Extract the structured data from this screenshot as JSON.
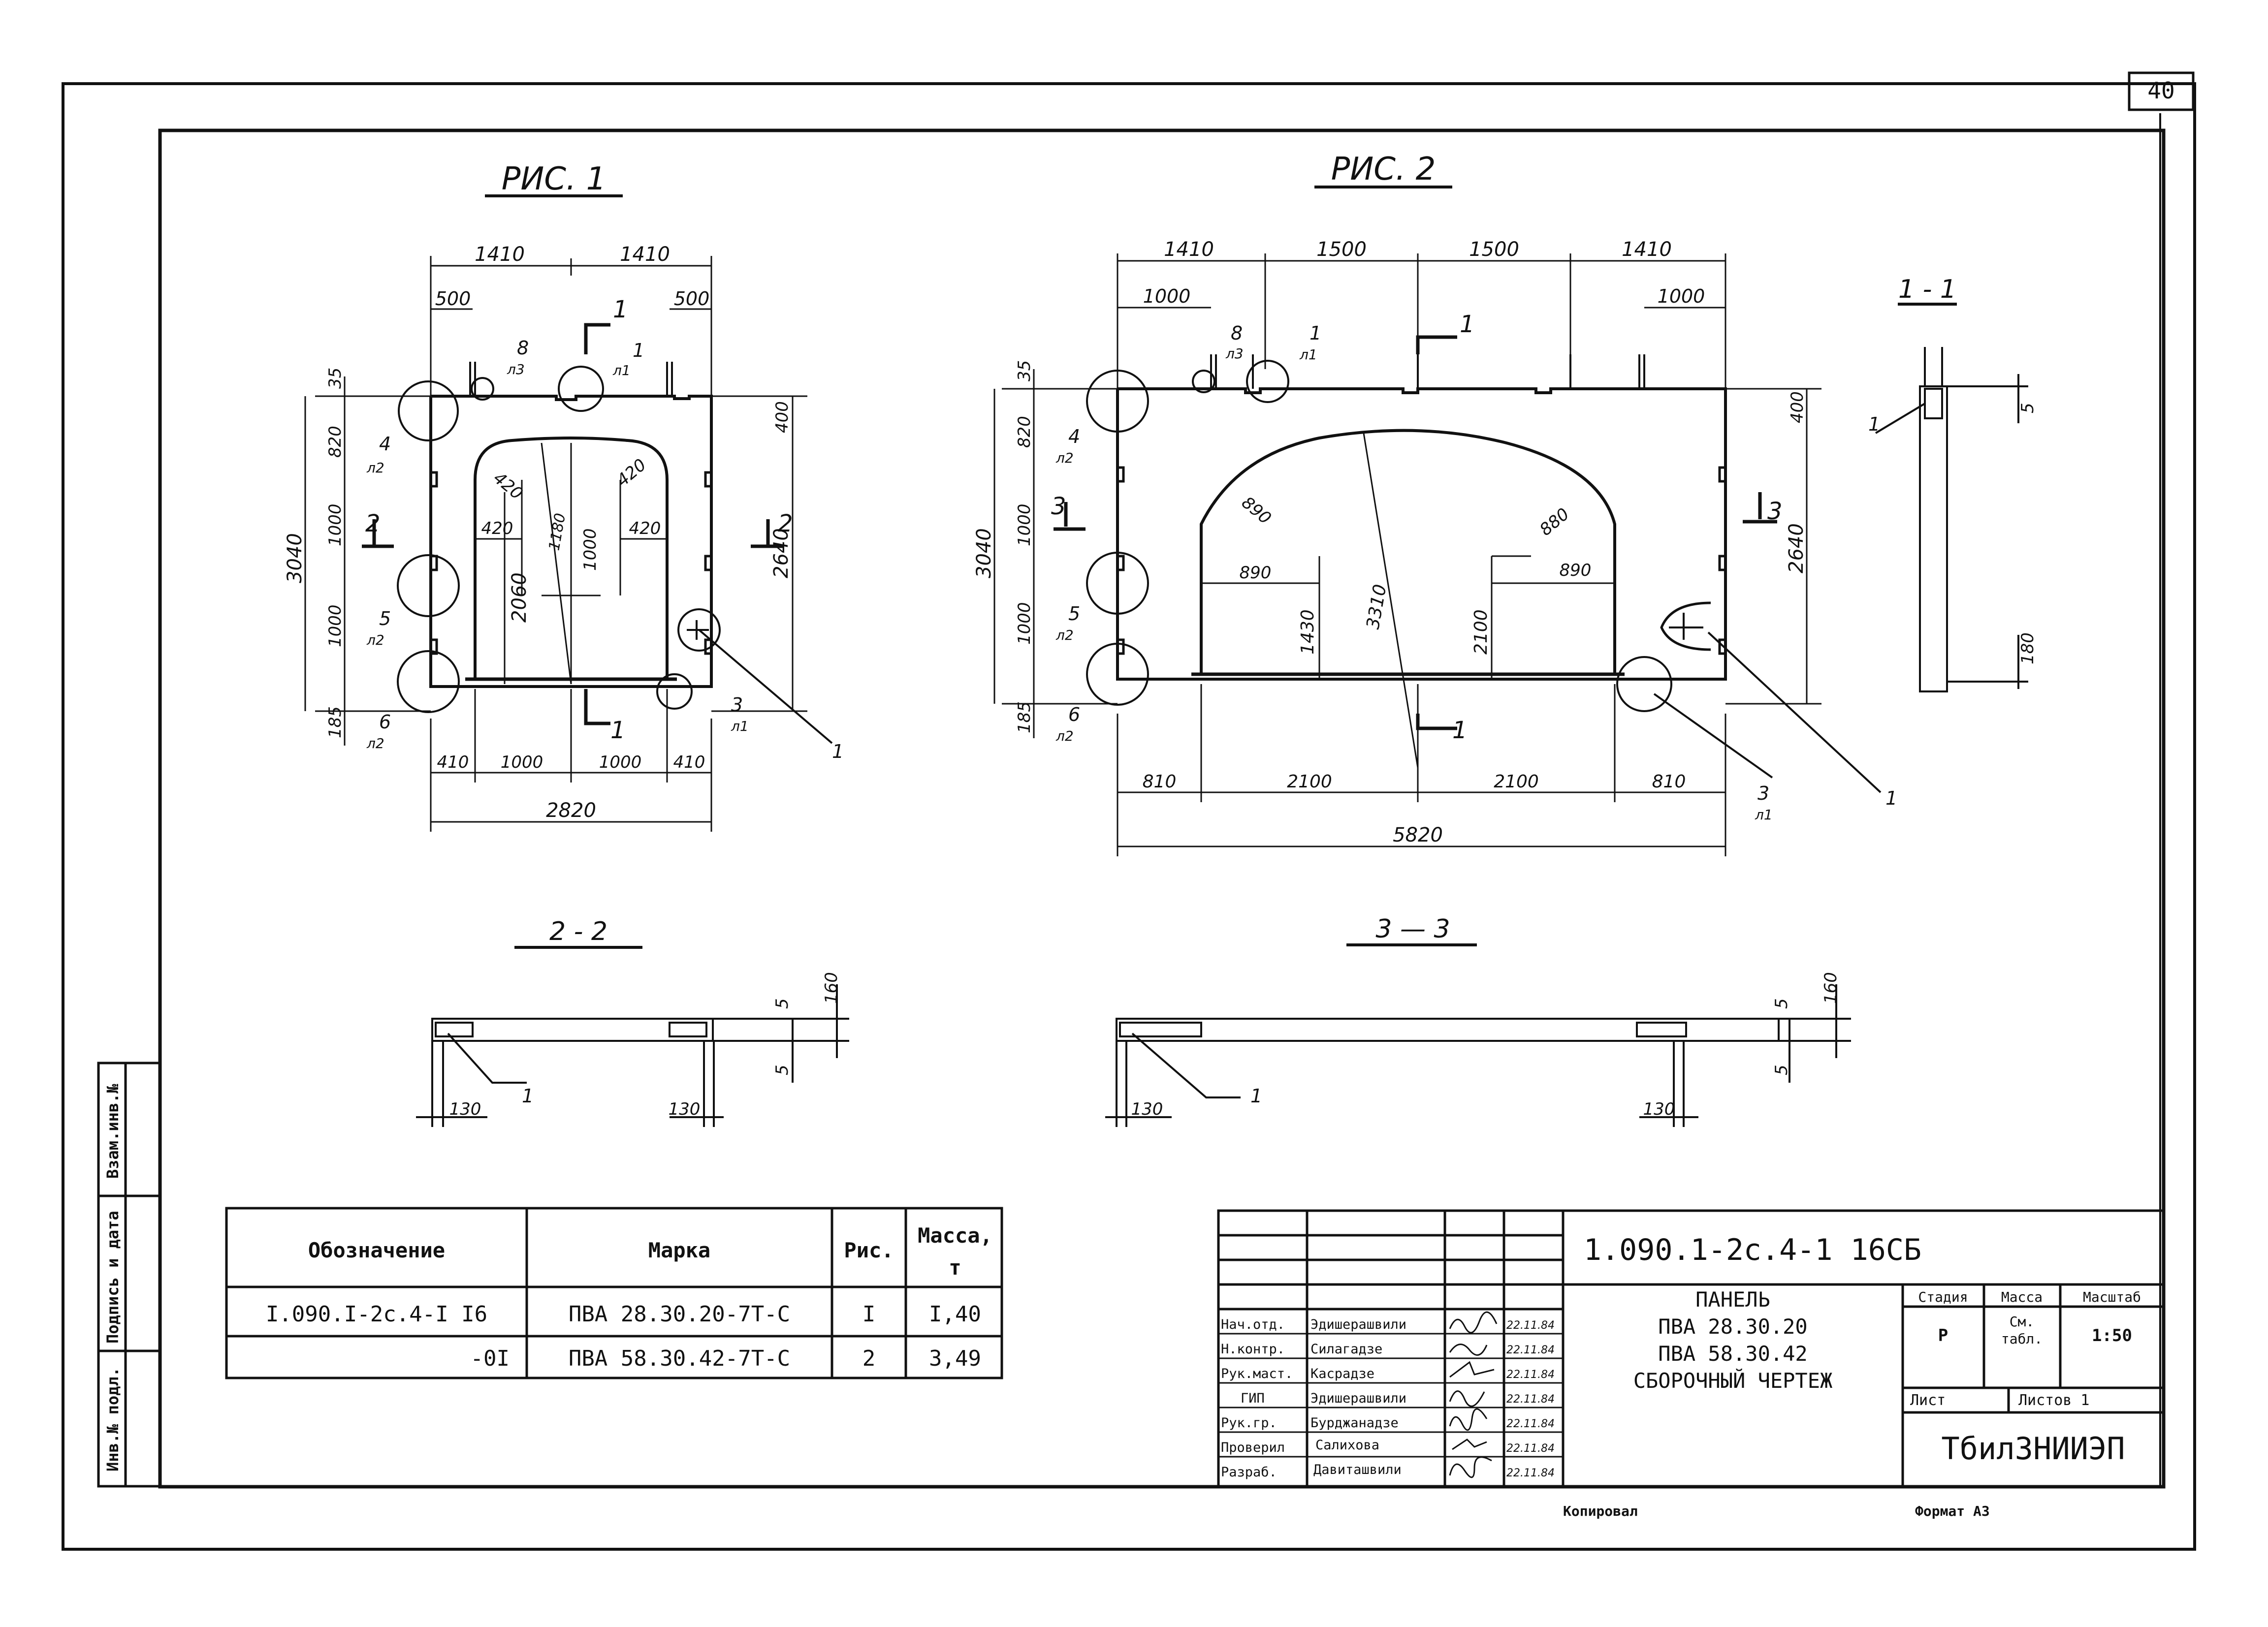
{
  "sheet": {
    "page_number": "40",
    "copied_label": "Копировал",
    "format_label": "Формат А3"
  },
  "margin": {
    "inv_no": "Инв.№ подл.",
    "sign_date": "Подпись и дата",
    "replaces": "Взам.инв.№"
  },
  "fig1": {
    "title": "РИС. 1",
    "dims": {
      "top_1410_a": "1410",
      "top_1410_b": "1410",
      "top_500_a": "500",
      "top_500_b": "500",
      "left_35": "35",
      "left_820": "820",
      "left_1000_a": "1000",
      "left_1000_b": "1000",
      "left_185": "185",
      "left_3040": "3040",
      "r_400": "400",
      "r_2640": "2640",
      "arch_420_a": "420",
      "arch_420_b": "420",
      "h_420_a": "420",
      "h_420_b": "420",
      "v_1180": "1180",
      "v_1000": "1000",
      "v_2060": "2060",
      "bot_410_a": "410",
      "bot_1000_a": "1000",
      "bot_1000_b": "1000",
      "bot_410_b": "410",
      "bot_2820": "2820"
    },
    "cuts": {
      "c1_top": "1",
      "c1_bot": "1",
      "c2_left": "2",
      "c2_right": "2"
    },
    "nodes": {
      "n8": "8",
      "n8s": "л3",
      "n1": "1",
      "n1s": "л1",
      "n4": "4",
      "n4s": "л2",
      "n5": "5",
      "n5s": "л2",
      "n6": "6",
      "n6s": "л2",
      "n3": "3",
      "n3s": "л1",
      "leader1": "1"
    }
  },
  "fig2": {
    "title": "РИС. 2",
    "dims": {
      "t_1410_a": "1410",
      "t_1500_a": "1500",
      "t_1500_b": "1500",
      "t_1410_b": "1410",
      "t_1000_a": "1000",
      "t_1000_b": "1000",
      "l_35": "35",
      "l_820": "820",
      "l_1000_a": "1000",
      "l_1000_b": "1000",
      "l_185": "185",
      "l_3040": "3040",
      "r_400": "400",
      "r_2640": "2640",
      "arch_890_a": "890",
      "arch_880": "880",
      "h_890_a": "890",
      "h_890_b": "890",
      "v_1430": "1430",
      "v_3310": "3310",
      "v_2100": "2100",
      "b_810_a": "810",
      "b_2100_a": "2100",
      "b_2100_b": "2100",
      "b_810_b": "810",
      "b_5820": "5820"
    },
    "cuts": {
      "c1_top": "1",
      "c1_bot": "1",
      "c3_left": "3",
      "c3_right": "3"
    },
    "nodes": {
      "n8": "8",
      "n8s": "л3",
      "n1": "1",
      "n1s": "л1",
      "n4": "4",
      "n4s": "л2",
      "n5": "5",
      "n5s": "л2",
      "n6": "6",
      "n6s": "л2",
      "n3": "3",
      "n3s": "л1",
      "leader1": "1"
    }
  },
  "sec11": {
    "title": "1 - 1",
    "d5": "5",
    "d180": "180",
    "leader": "1"
  },
  "sec22": {
    "title": "2 - 2",
    "d5a": "5",
    "d160": "160",
    "d5b": "5",
    "d130a": "130",
    "d130b": "130",
    "leader": "1"
  },
  "sec33": {
    "title": "3 — 3",
    "d5a": "5",
    "d160": "160",
    "d5b": "5",
    "d130a": "130",
    "d130b": "130",
    "leader": "1"
  },
  "spec": {
    "headers": [
      "Обозначение",
      "Марка",
      "Рис.",
      "Масса,",
      "т"
    ],
    "rows": [
      [
        "I.090.I-2с.4-I I6",
        "ПВА 28.30.20-7Т-С",
        "I",
        "I,40"
      ],
      [
        "-0I",
        "ПВА 58.30.42-7Т-С",
        "2",
        "3,49"
      ]
    ]
  },
  "title_block": {
    "doc_code": "1.090.1-2с.4-1 16СБ",
    "name_lines": [
      "ПАНЕЛЬ",
      "ПВА 28.30.20",
      "ПВА 58.30.42",
      "СБОРОЧНЫЙ ЧЕРТЕЖ"
    ],
    "stage_h": "Стадия",
    "mass_h": "Масса",
    "scale_h": "Масштаб",
    "stage_v": "Р",
    "mass_v1": "См.",
    "mass_v2": "табл.",
    "scale_v": "1:50",
    "sheet_l": "Лист",
    "sheets_l": "Листов 1",
    "org": "ТбилЗНИИЭП",
    "people": [
      {
        "role": "Нач.отд.",
        "name": "Эдишерашвили",
        "date": "22.11.84"
      },
      {
        "role": "Н.контр.",
        "name": "Силагадзе",
        "date": "22.11.84"
      },
      {
        "role": "Рук.маст.",
        "name": "Касрадзе",
        "date": "22.11.84"
      },
      {
        "role": "ГИП",
        "name": "Эдишерашвили",
        "date": "22.11.84"
      },
      {
        "role": "Рук.гр.",
        "name": "Бурджанадзе",
        "date": "22.11.84"
      },
      {
        "role": "Проверил",
        "name": "Салихова",
        "date": "22.11.84"
      },
      {
        "role": "Разраб.",
        "name": "Давиташвили",
        "date": "22.11.84"
      }
    ]
  }
}
